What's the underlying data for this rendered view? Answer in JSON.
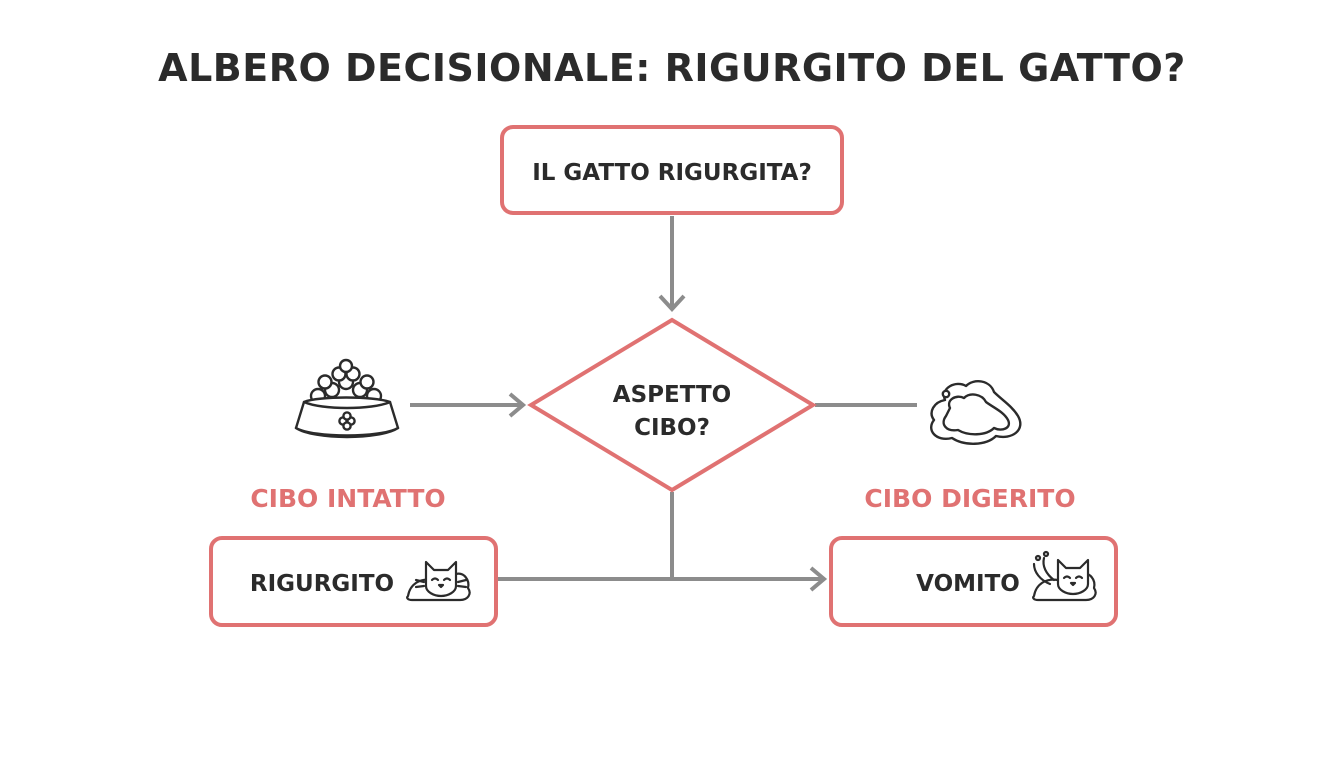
{
  "title": "ALBERO DECISIONALE: RIGURGITO DEL GATTO?",
  "nodes": {
    "start": {
      "label": "IL GATTO RIGURGITA?"
    },
    "decision": {
      "line1": "ASPETTO",
      "line2": "CIBO?"
    },
    "left_result": {
      "label": "RIGURGITO",
      "icon": "cat-icon"
    },
    "right_result": {
      "label": "VOMITO",
      "icon": "cat-vomiting-icon"
    }
  },
  "branches": {
    "left": {
      "label": "CIBO INTATTO",
      "icon": "food-bowl-icon"
    },
    "right": {
      "label": "CIBO DIGERITO",
      "icon": "puddle-icon"
    }
  },
  "colors": {
    "accent": "#e07272",
    "connector": "#8c8c8c",
    "text": "#2b2b2b",
    "background": "#ffffff"
  }
}
